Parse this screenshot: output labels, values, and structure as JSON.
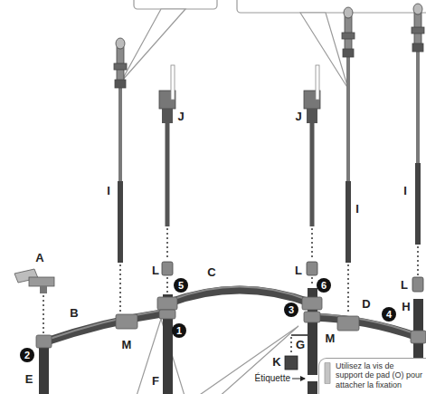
{
  "diagram": {
    "nodes": [
      {
        "text": [
          "Utilisez la vis de support de pad (O) pour attacher la fixation"
        ]
      }
    ],
    "labels": [
      "A",
      "I",
      "J",
      "J",
      "I",
      "I",
      "L",
      "5",
      "C",
      "6",
      "L",
      "L",
      "B",
      "M",
      "1",
      "3",
      "D",
      "M",
      "4",
      "2",
      "E",
      "F",
      "G",
      "K",
      "Étiquette",
      "H"
    ]
  }
}
